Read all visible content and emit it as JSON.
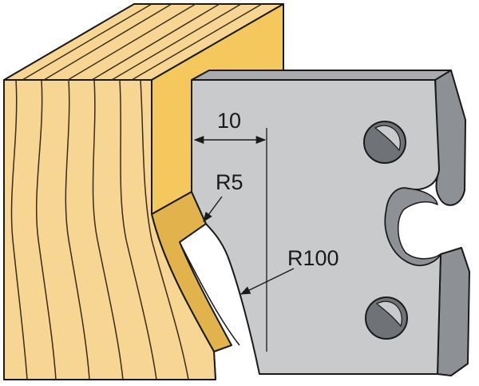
{
  "labels": {
    "width": "10",
    "radius_small": "R5",
    "radius_large": "R100"
  },
  "colors": {
    "wood_face": "#f6d692",
    "wood_side": "#f5c85e",
    "wood_shadow": "#e2b24c",
    "grain": "#3a2a16",
    "steel_face": "#c9cacc",
    "steel_side": "#8d9094",
    "steel_hole": "#6f7276",
    "ink": "#1a1a1a"
  }
}
